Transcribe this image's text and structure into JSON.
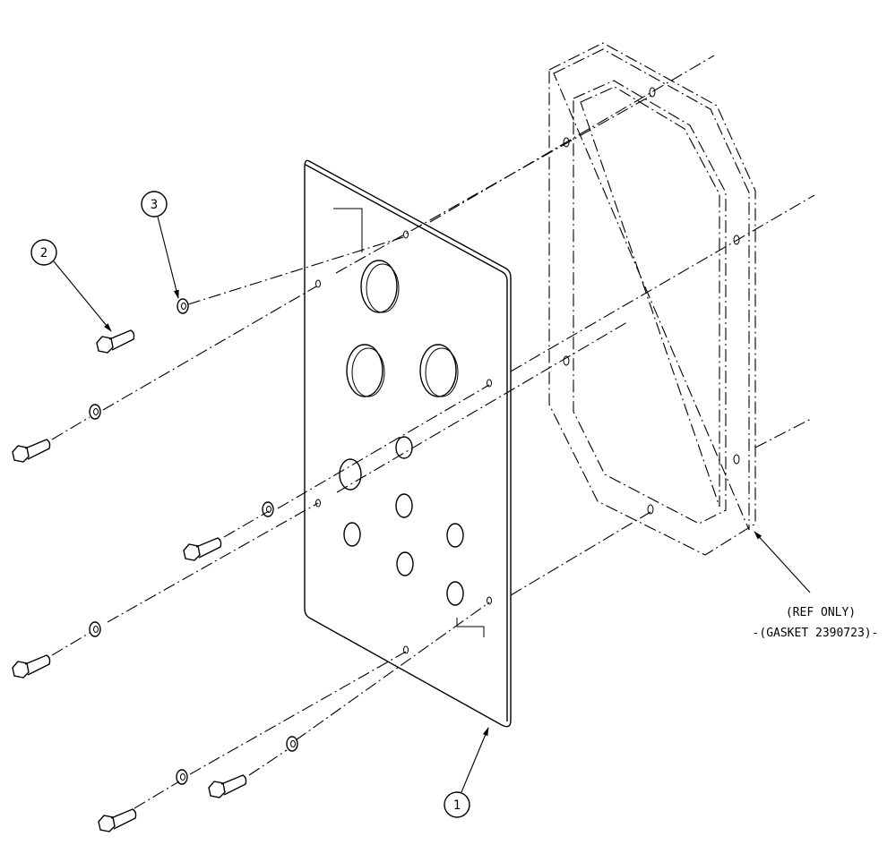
{
  "callouts": {
    "plate": "1",
    "bolt": "2",
    "washer": "3"
  },
  "notes": {
    "ref_only": "(REF ONLY)",
    "gasket": "-(GASKET 2390723)-"
  }
}
